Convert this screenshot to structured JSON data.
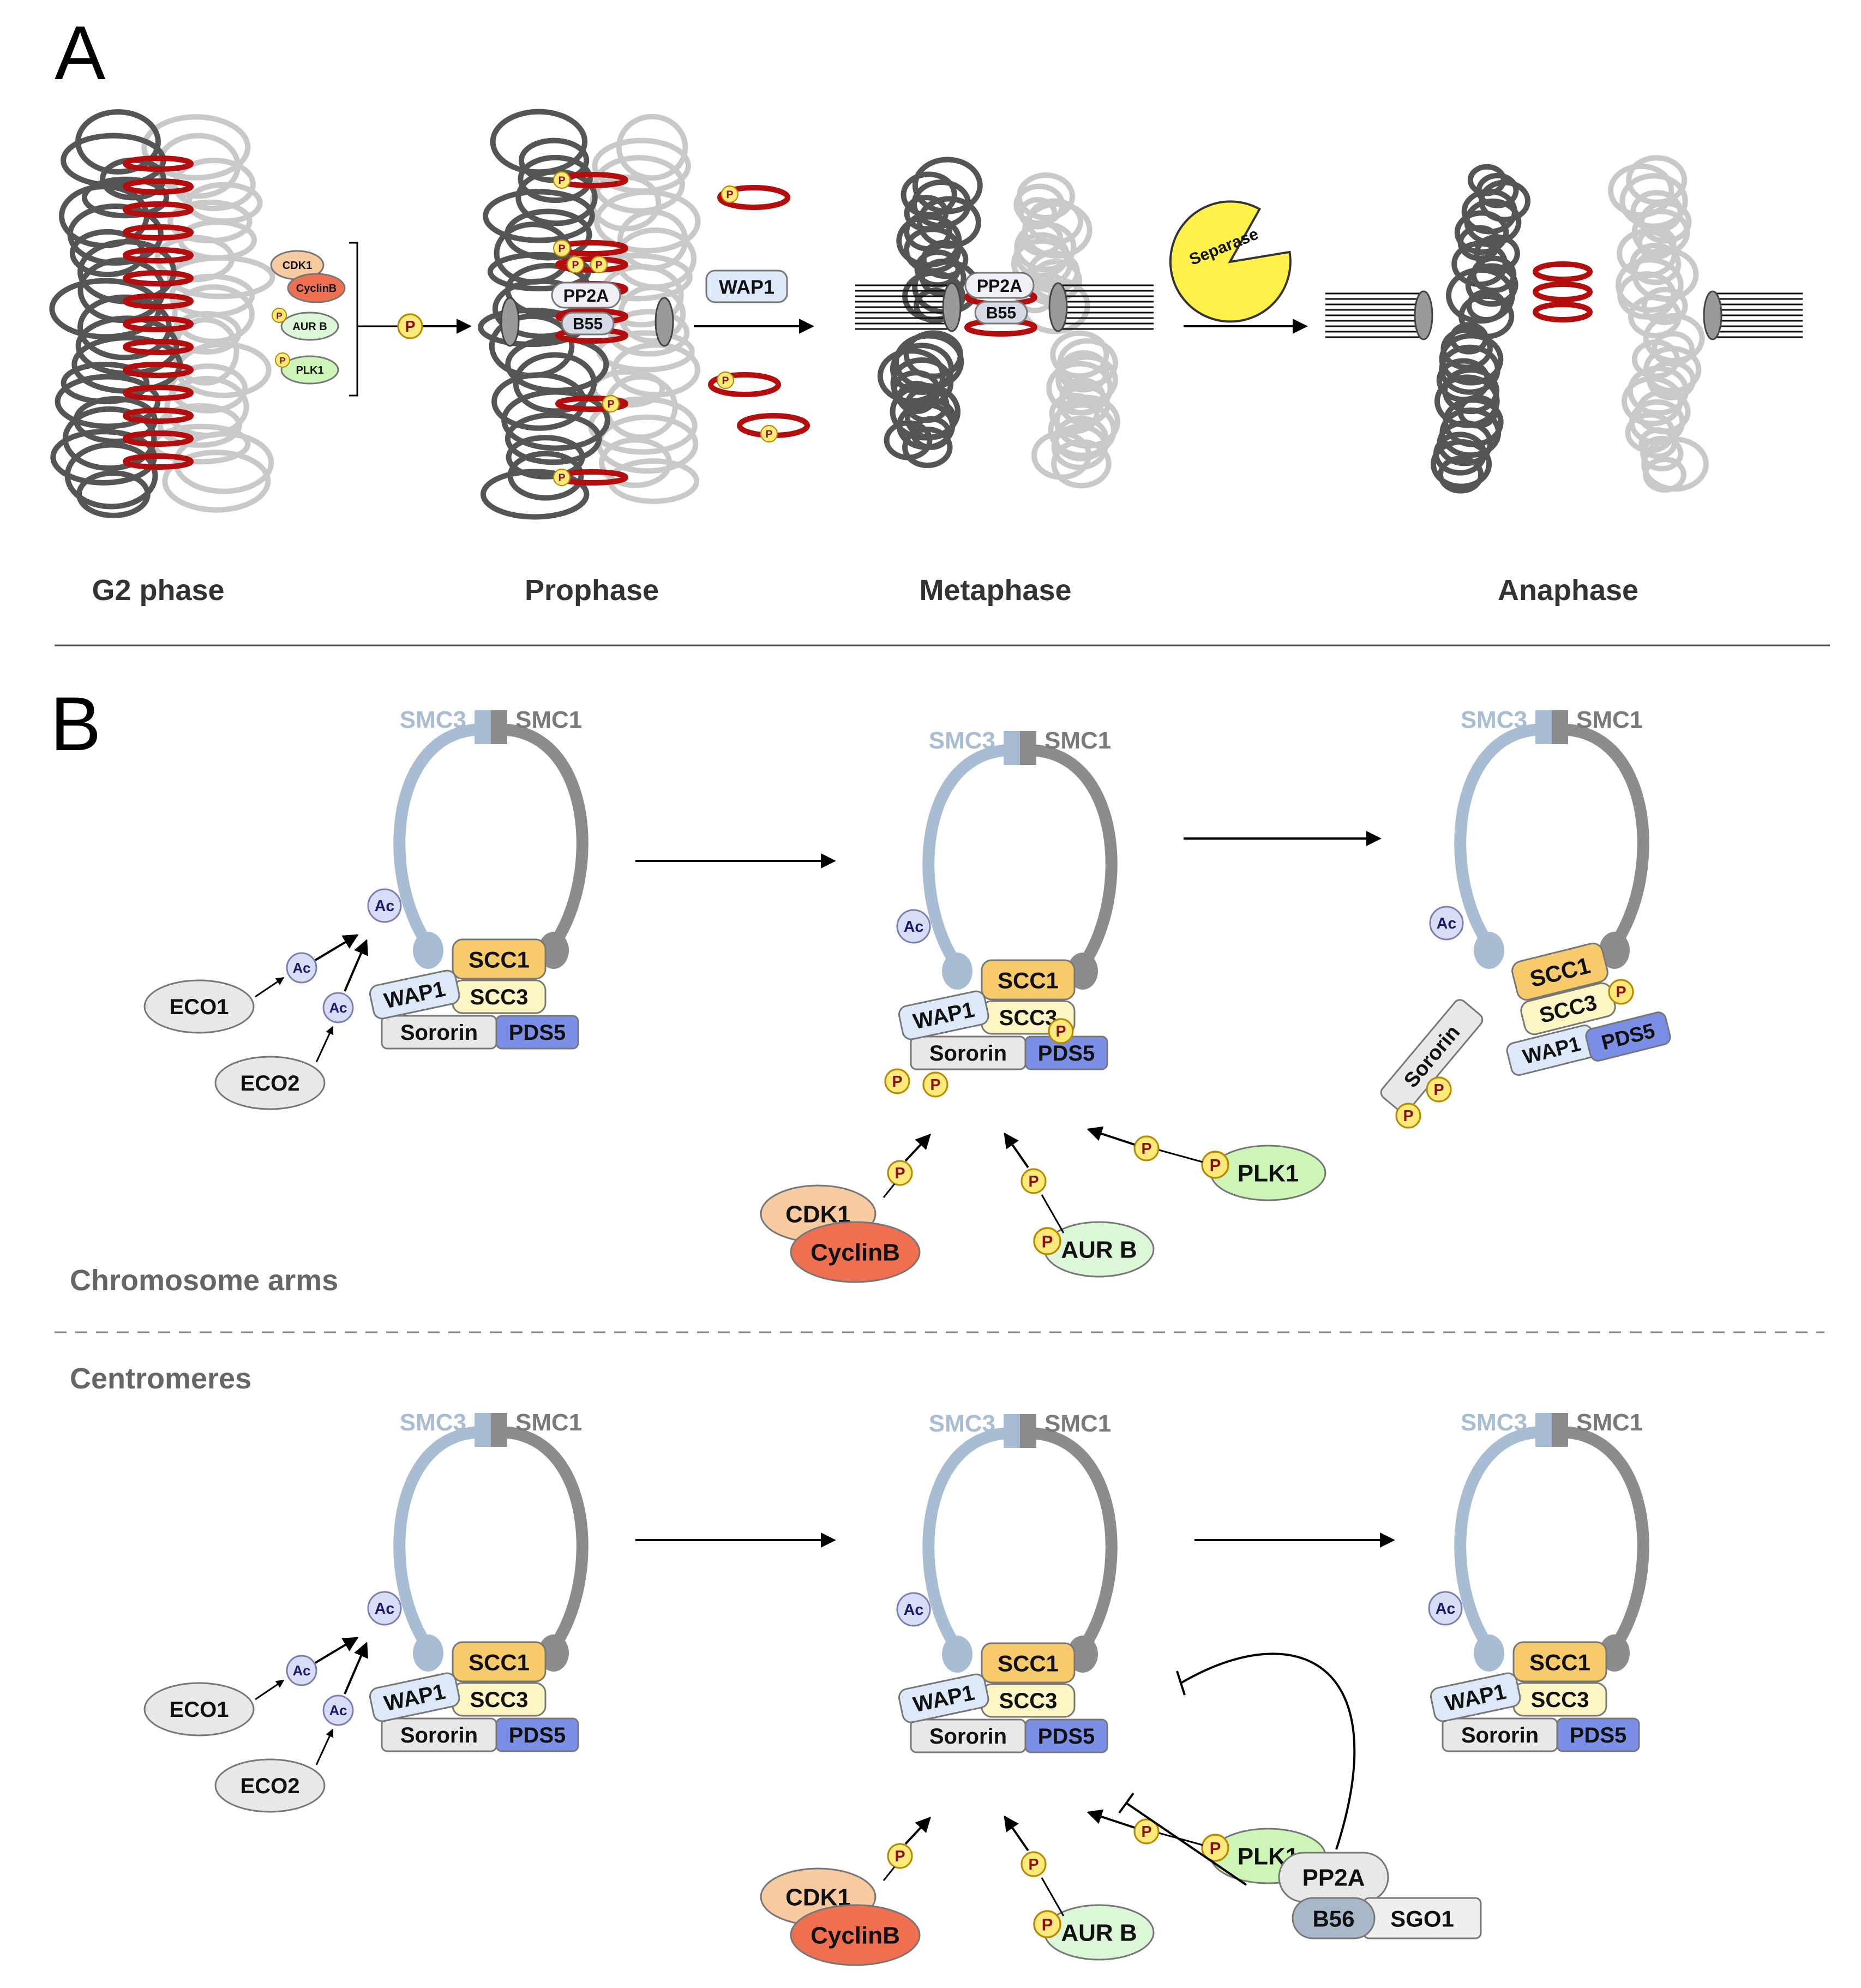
{
  "panels": {
    "a": "A",
    "b": "B"
  },
  "stages": [
    "G2 phase",
    "Prophase",
    "Metaphase",
    "Anaphase"
  ],
  "regions": {
    "arms": "Chromosome arms",
    "centromeres": "Centromeres"
  },
  "proteins": {
    "smc3": "SMC3",
    "smc1": "SMC1",
    "scc1": "SCC1",
    "scc3": "SCC3",
    "wap1": "WAP1",
    "sororin": "Sororin",
    "pds5": "PDS5",
    "eco1": "ECO1",
    "eco2": "ECO2",
    "cdk1": "CDK1",
    "cyclinb": "CyclinB",
    "aurb": "AUR B",
    "plk1": "PLK1",
    "pp2a": "PP2A",
    "b55": "B55",
    "b56": "B56",
    "sgo1": "SGO1",
    "separase": "Separase"
  },
  "marks": {
    "phospho": "P",
    "acetyl": "Ac"
  },
  "colors": {
    "cohesin_ring": "#b40d0d",
    "chromatid_dark": "#555555",
    "chromatid_light": "#c9c9c9",
    "smc3": "#a8bdd4",
    "smc1": "#8c8c8c",
    "scc1": "#f7cb6b",
    "scc3": "#fdf6c4",
    "wap1": "#dde9f8",
    "sororin": "#e8e8e8",
    "pds5": "#7b8fe6",
    "cdk1": "#f7caa0",
    "cyclinb": "#ef7050",
    "aurb": "#dcf7d8",
    "plk1": "#cdf5b8",
    "phospho": "#fbe97a",
    "acetyl": "#d9dcf5",
    "separase": "#fff04a",
    "b56": "#a8b8c8"
  }
}
